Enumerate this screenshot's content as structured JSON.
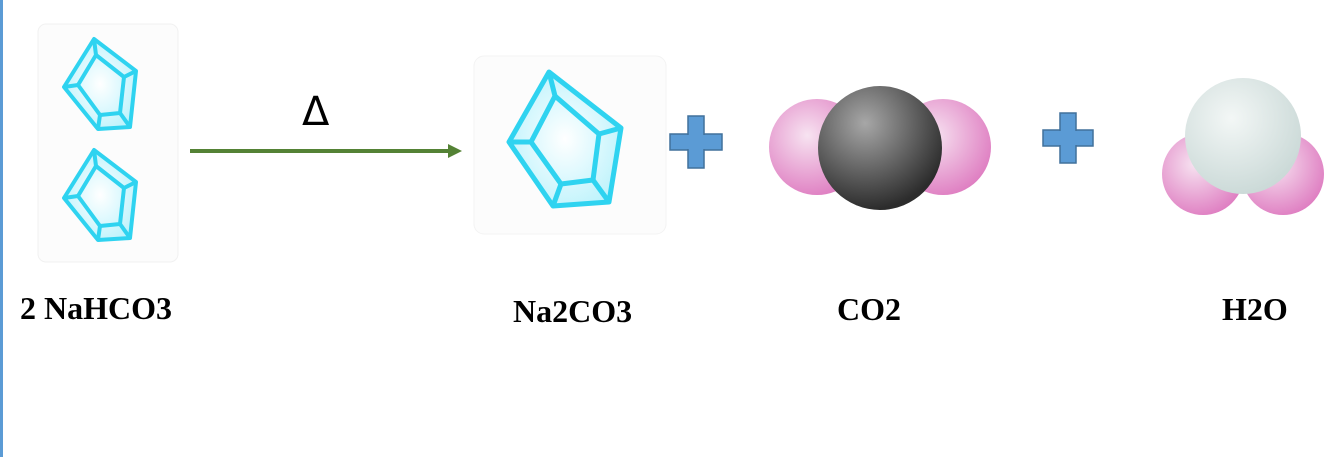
{
  "colors": {
    "crystal": "#2fd3f0",
    "crystal_fill": "#e6fbff",
    "arrow": "#548235",
    "plus": "#5b9bd5",
    "oxygen": "#e07ac0",
    "carbon": "#555555",
    "hydrogen": "#dfe7e7",
    "left_edge": "#5b9bd5"
  },
  "reaction": {
    "condition": "Δ",
    "reactant": {
      "coef": "2 ",
      "formula": "NaHCO",
      "sub": "3"
    },
    "products": [
      {
        "formula": "Na2CO",
        "sub": "3"
      },
      {
        "formula": "CO",
        "sub": "2"
      },
      {
        "pre": "H",
        "sub": "2",
        "post": "O"
      }
    ]
  },
  "icons": {
    "reactant": "crystal-icon",
    "product_1": "crystal-icon",
    "product_2": "co2-molecule-icon",
    "product_3": "h2o-molecule-icon",
    "operator": "plus-icon",
    "arrow": "arrow-right-icon"
  }
}
